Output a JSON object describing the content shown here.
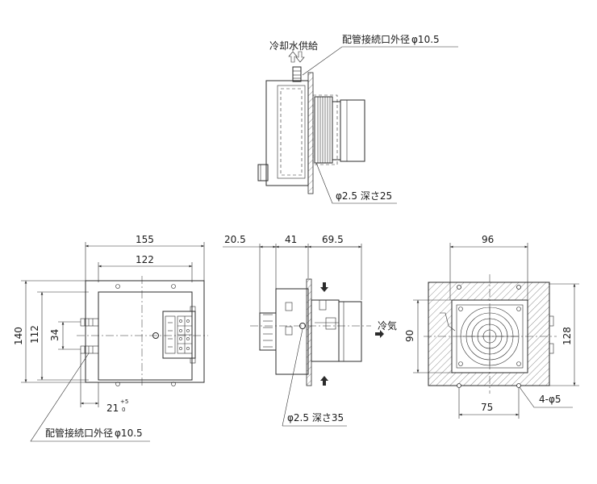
{
  "top_view": {
    "coolant_label": "冷却水供給",
    "pipe_label": "配管接続口外径",
    "pipe_dia": "φ10.5",
    "hole_label": "φ2.5 深さ25"
  },
  "front_view": {
    "dim_width_outer": "155",
    "dim_width_inner": "122",
    "dim_height_outer": "140",
    "dim_height_inner": "112",
    "dim_pipe_pitch": "34",
    "dim_bottom": "21",
    "tol_upper": "+5",
    "tol_lower": "0",
    "pipe_label": "配管接続口外径",
    "pipe_dia": "φ10.5"
  },
  "side_view": {
    "dim_a": "20.5",
    "dim_b": "41",
    "dim_c": "69.5",
    "air_label": "冷気",
    "hole_label": "φ2.5 深さ35"
  },
  "fan_view": {
    "dim_top": "96",
    "dim_bottom": "75",
    "dim_left": "90",
    "dim_right": "128",
    "hole_label": "4-φ5"
  }
}
